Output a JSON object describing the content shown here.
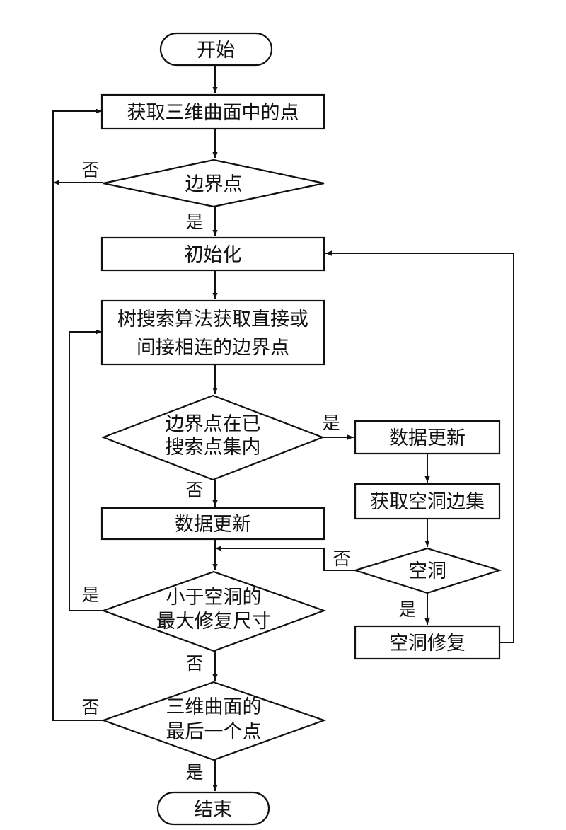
{
  "colors": {
    "stroke": "#111111",
    "fill": "#ffffff",
    "text": "#111111",
    "background": "#ffffff"
  },
  "nodes": {
    "start": "开始",
    "get_point": "获取三维曲面中的点",
    "is_boundary": "边界点",
    "init": "初始化",
    "tree_search_1": "树搜索算法获取直接或",
    "tree_search_2": "间接相连的边界点",
    "in_searched_1": "边界点在已",
    "in_searched_2": "搜索点集内",
    "update_left": "数据更新",
    "update_right": "数据更新",
    "get_hole_edges": "获取空洞边集",
    "is_hole": "空洞",
    "repair": "空洞修复",
    "lt_max_1": "小于空洞的",
    "lt_max_2": "最大修复尺寸",
    "last_point_1": "三维曲面的",
    "last_point_2": "最后一个点",
    "end": "结束"
  },
  "labels": {
    "boundary_no": "否",
    "boundary_yes": "是",
    "searched_yes": "是",
    "searched_no": "否",
    "hole_no": "否",
    "hole_yes": "是",
    "lt_max_yes": "是",
    "lt_max_no": "否",
    "last_no": "否",
    "last_yes": "是"
  }
}
